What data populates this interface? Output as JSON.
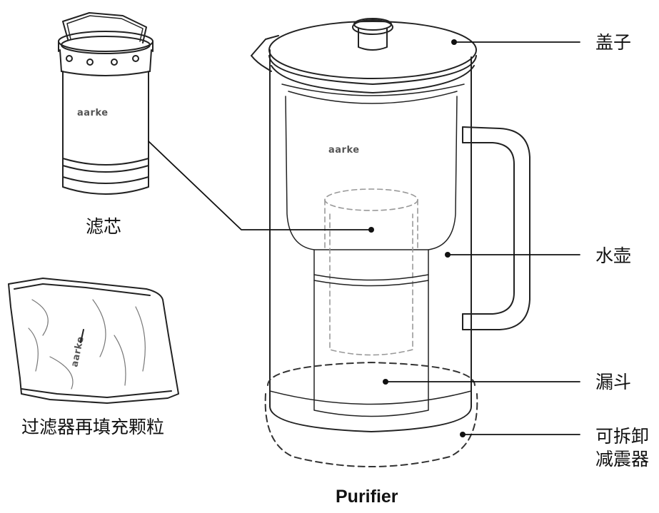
{
  "diagram": {
    "brand_text": "aarke",
    "caption": "Purifier",
    "labels": {
      "lid": "盖子",
      "filter": "滤芯",
      "pitcher": "水壶",
      "funnel": "漏斗",
      "refill": "过滤器再填充颗粒",
      "shock_line1": "可拆卸",
      "shock_line2": "减震器"
    }
  }
}
